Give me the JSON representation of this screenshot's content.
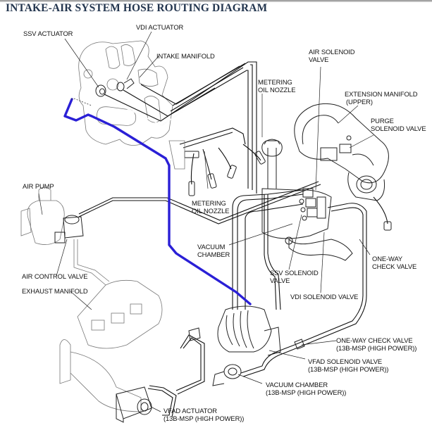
{
  "title": "INTAKE-AIR SYSTEM HOSE ROUTING DIAGRAM",
  "highlight_color": "#2a1fd6",
  "labels": {
    "ssv_actuator": [
      "SSV ACTUATOR"
    ],
    "vdi_actuator": [
      "VDI ACTUATOR"
    ],
    "intake_manifold": [
      "INTAKE MANIFOLD"
    ],
    "air_solenoid_valve": [
      "AIR SOLENOID",
      "VALVE"
    ],
    "metering_oil_nozzle_upper": [
      "METERING",
      "OIL NOZZLE"
    ],
    "extension_manifold_upper": [
      "EXTENSION MANIFOLD",
      "(UPPER)"
    ],
    "purge_solenoid_valve": [
      "PURGE",
      "SOLENOID VALVE"
    ],
    "air_pump": [
      "AIR PUMP"
    ],
    "metering_oil_nozzle_lower": [
      "METERING",
      "OIL NOZZLE"
    ],
    "vacuum_chamber": [
      "VACUUM",
      "CHAMBER"
    ],
    "one_way_check_valve": [
      "ONE-WAY",
      "CHECK VALVE"
    ],
    "air_control_valve": [
      "AIR CONTROL VALVE"
    ],
    "ssv_solenoid_valve": [
      "SSV SOLENOID",
      "VALVE"
    ],
    "exhaust_manifold": [
      "EXHAUST MANIFOLD"
    ],
    "vdi_solenoid_valve": [
      "VDI SOLENOID VALVE"
    ],
    "one_way_check_valve_13b": [
      "ONE-WAY CHECK VALVE",
      "(13B-MSP (HIGH POWER))"
    ],
    "vfad_solenoid_valve": [
      "VFAD SOLENOID VALVE",
      "(13B-MSP (HIGH POWER))"
    ],
    "vacuum_chamber_13b": [
      "VACUUM CHAMBER",
      "(13B-MSP (HIGH POWER))"
    ],
    "vfad_actuator": [
      "VFAD ACTUATOR",
      "(13B-MSP (HIGH POWER))"
    ]
  }
}
